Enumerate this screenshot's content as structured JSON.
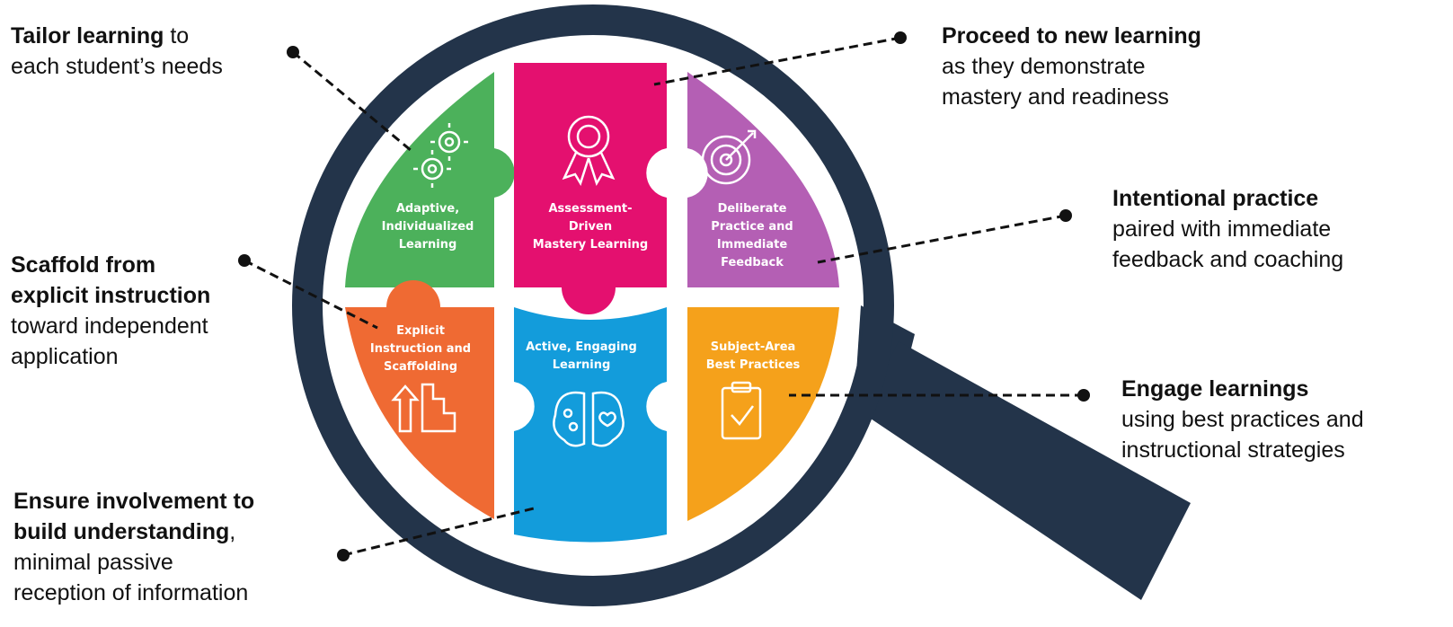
{
  "colors": {
    "frame": "#23344a",
    "green": "#4cb15b",
    "pink": "#e4106f",
    "purple": "#b45fb4",
    "orange": "#ef6a33",
    "blue": "#139cdb",
    "yellow": "#f5a11b"
  },
  "pieces": [
    {
      "lines": [
        "Adaptive,",
        "Individualized",
        "Learning"
      ],
      "icon": "gears-icon"
    },
    {
      "lines": [
        "Assessment-",
        "Driven",
        "Mastery Learning"
      ],
      "icon": "ribbon-award-icon"
    },
    {
      "lines": [
        "Deliberate",
        "Practice and",
        "Immediate",
        "Feedback"
      ],
      "icon": "target-icon"
    },
    {
      "lines": [
        "Explicit",
        "Instruction and",
        "Scaffolding"
      ],
      "icon": "stairs-arrow-icon"
    },
    {
      "lines": [
        "Active, Engaging",
        "Learning"
      ],
      "icon": "brain-icon"
    },
    {
      "lines": [
        "Subject-Area",
        "Best Practices"
      ],
      "icon": "clipboard-check-icon"
    }
  ],
  "callouts": {
    "tailor": {
      "bold": "Tailor learning",
      "rest_inline": " to",
      "lines": [
        "each student’s needs"
      ]
    },
    "proceed": {
      "bold": "Proceed to new learning",
      "rest_inline": "",
      "lines": [
        "as they demonstrate",
        "mastery and readiness"
      ]
    },
    "intentional": {
      "bold": "Intentional practice",
      "rest_inline": "",
      "lines": [
        "paired with immediate",
        "feedback and coaching"
      ]
    },
    "scaffold": {
      "bold1": "Scaffold from",
      "bold2": "explicit instruction",
      "lines": [
        "toward independent",
        "application"
      ]
    },
    "engage": {
      "bold": "Engage learnings",
      "rest_inline": "",
      "lines": [
        "using best practices and",
        "instructional strategies"
      ]
    },
    "ensure": {
      "bold1": "Ensure involvement to",
      "bold2": "build understanding",
      "tail": ",",
      "lines": [
        "minimal passive",
        "reception of information"
      ]
    }
  }
}
